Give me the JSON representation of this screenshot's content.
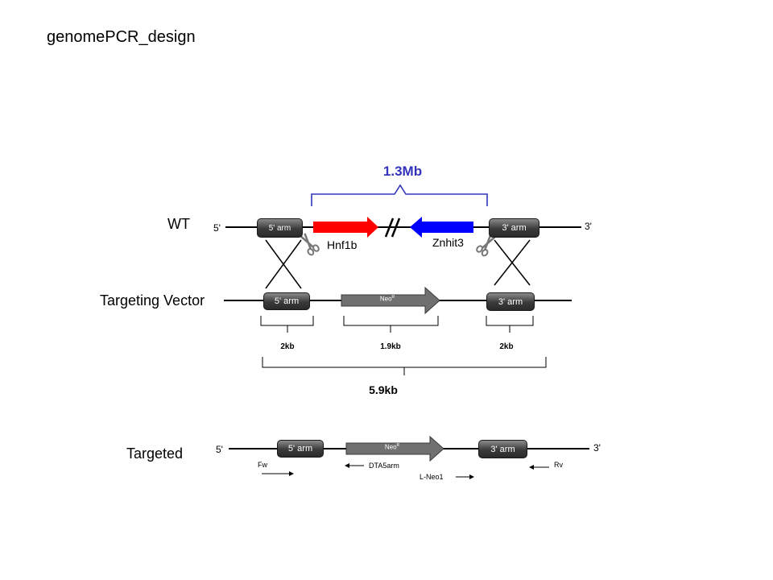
{
  "title": "genomePCR_design",
  "colors": {
    "hnf1b": "#ff0000",
    "znhit3": "#0000ff",
    "span": "#3333bb",
    "neo": "#707070"
  },
  "wt": {
    "label": "WT",
    "end5": "5'",
    "end3": "3'",
    "arm5": "5' arm",
    "arm3": "3' arm",
    "gene1": "Hnf1b",
    "gene2": "Znhit3",
    "span": "1.3Mb"
  },
  "vector": {
    "label": "Targeting Vector",
    "arm5": "5' arm",
    "neo": "Neo",
    "neo_sup": "R",
    "arm3": "3' arm",
    "len_arm5": "2kb",
    "len_neo": "1.9kb",
    "len_arm3": "2kb",
    "total": "5.9kb"
  },
  "targeted": {
    "label": "Targeted",
    "end5": "5'",
    "end3": "3'",
    "arm5": "5' arm",
    "neo": "Neo",
    "neo_sup": "R",
    "arm3": "3' arm",
    "primers": {
      "fw": "Fw",
      "dta": "DTA5arm",
      "lneo": "L-Neo1",
      "rv": "Rv"
    }
  }
}
